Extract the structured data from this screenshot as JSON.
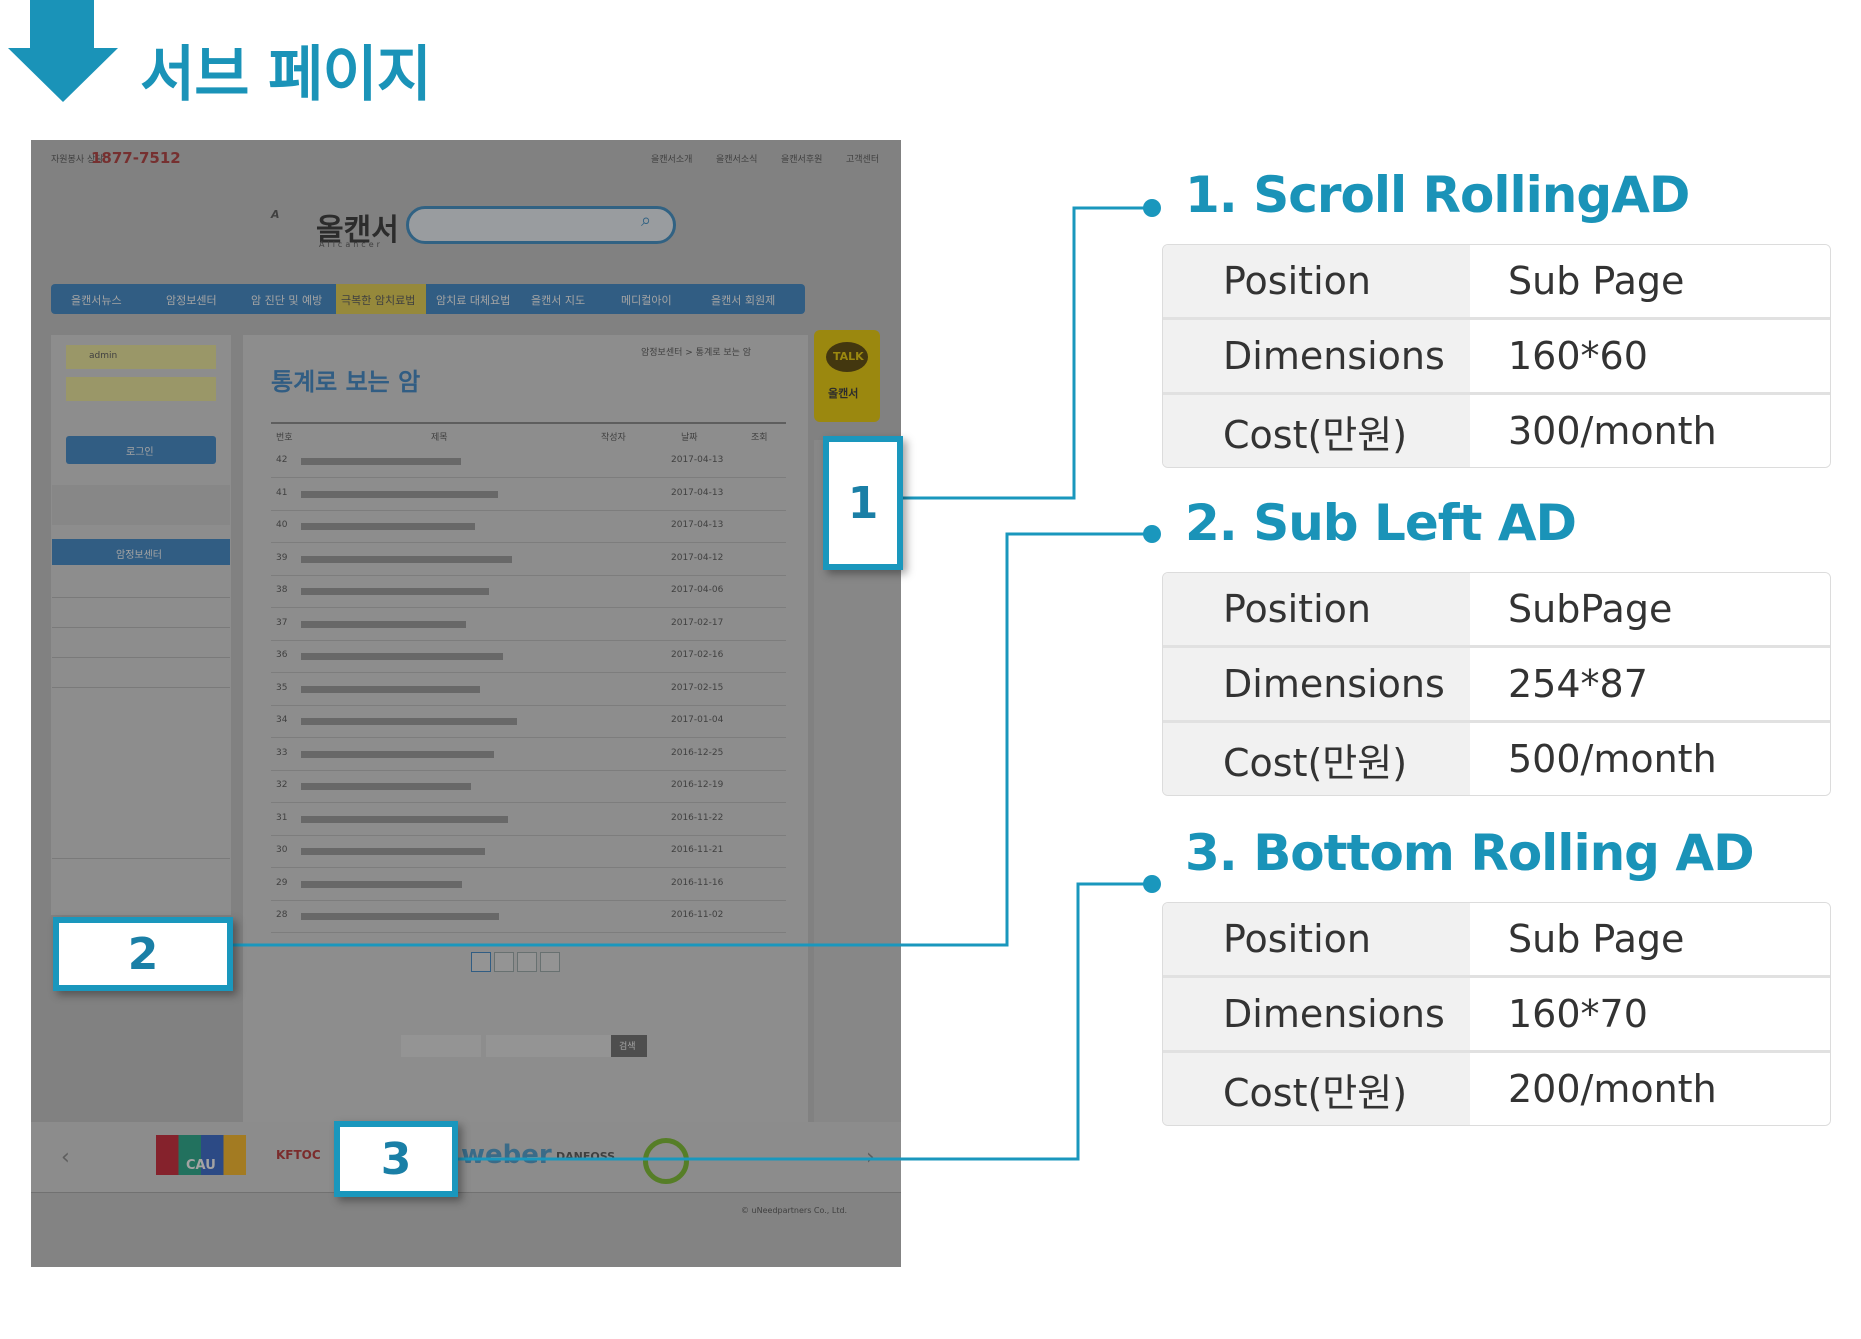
{
  "header": {
    "title": "서브 페이지",
    "arrow_color": "#1a93b8"
  },
  "mockup": {
    "phone_prefix": "자원봉사 상담",
    "phone": "1877-7512",
    "top_links": [
      "을캔서소개",
      "을캔서소식",
      "을캔서후원",
      "고객센터"
    ],
    "logo_name": "올캔서",
    "logo_sub": "Allcancer",
    "nav_items": [
      "을캔서뉴스",
      "암정보센터",
      "암 진단 및 예방",
      "극복한 암치료법",
      "암치료 대체요법",
      "을캔서 지도",
      "메디컬아이",
      "을캔서 회원제"
    ],
    "login_id": "admin",
    "login_button": "로그인",
    "side_menu_head": "암정보센터",
    "board_title": "통계로 보는 암",
    "breadcrumb": "암정보센터 > 통계로 보는 암",
    "table_headers": [
      "번호",
      "제목",
      "작성자",
      "날짜",
      "조회"
    ],
    "rows": [
      [
        "42",
        "2017-04-13"
      ],
      [
        "41",
        "2017-04-13"
      ],
      [
        "40",
        "2017-04-13"
      ],
      [
        "39",
        "2017-04-12"
      ],
      [
        "38",
        "2017-04-06"
      ],
      [
        "37",
        "2017-02-17"
      ],
      [
        "36",
        "2017-02-16"
      ],
      [
        "35",
        "2017-02-15"
      ],
      [
        "34",
        "2017-01-04"
      ],
      [
        "33",
        "2016-12-25"
      ],
      [
        "32",
        "2016-12-19"
      ],
      [
        "31",
        "2016-11-22"
      ],
      [
        "30",
        "2016-11-21"
      ],
      [
        "29",
        "2016-11-16"
      ],
      [
        "28",
        "2016-11-02"
      ]
    ],
    "search_button": "검색",
    "footer_copy": "© uNeedpartners Co., Ltd.",
    "talk_label": "TALK",
    "talk_sub": "올캔서",
    "partner_logos": [
      "CAU",
      "KFTOC",
      "weber",
      "DANFOSS"
    ]
  },
  "markers": [
    "1",
    "2",
    "3"
  ],
  "ads": [
    {
      "title": "1. Scroll RollingAD",
      "rows": [
        {
          "key": "Position",
          "value": "Sub Page"
        },
        {
          "key": "Dimensions",
          "value": "160*60"
        },
        {
          "key": "Cost(만원)",
          "value": "300/month"
        }
      ]
    },
    {
      "title": "2.  Sub Left AD",
      "rows": [
        {
          "key": "Position",
          "value": "SubPage"
        },
        {
          "key": "Dimensions",
          "value": "254*87"
        },
        {
          "key": "Cost(만원)",
          "value": "500/month"
        }
      ]
    },
    {
      "title": "3.  Bottom Rolling AD",
      "rows": [
        {
          "key": "Position",
          "value": "Sub Page"
        },
        {
          "key": "Dimensions",
          "value": "160*70"
        },
        {
          "key": "Cost(만원)",
          "value": "200/month"
        }
      ]
    }
  ],
  "colors": {
    "accent": "#1a93b8",
    "marker_border": "#1a97bd",
    "table_key_bg": "#f1f1f1"
  }
}
